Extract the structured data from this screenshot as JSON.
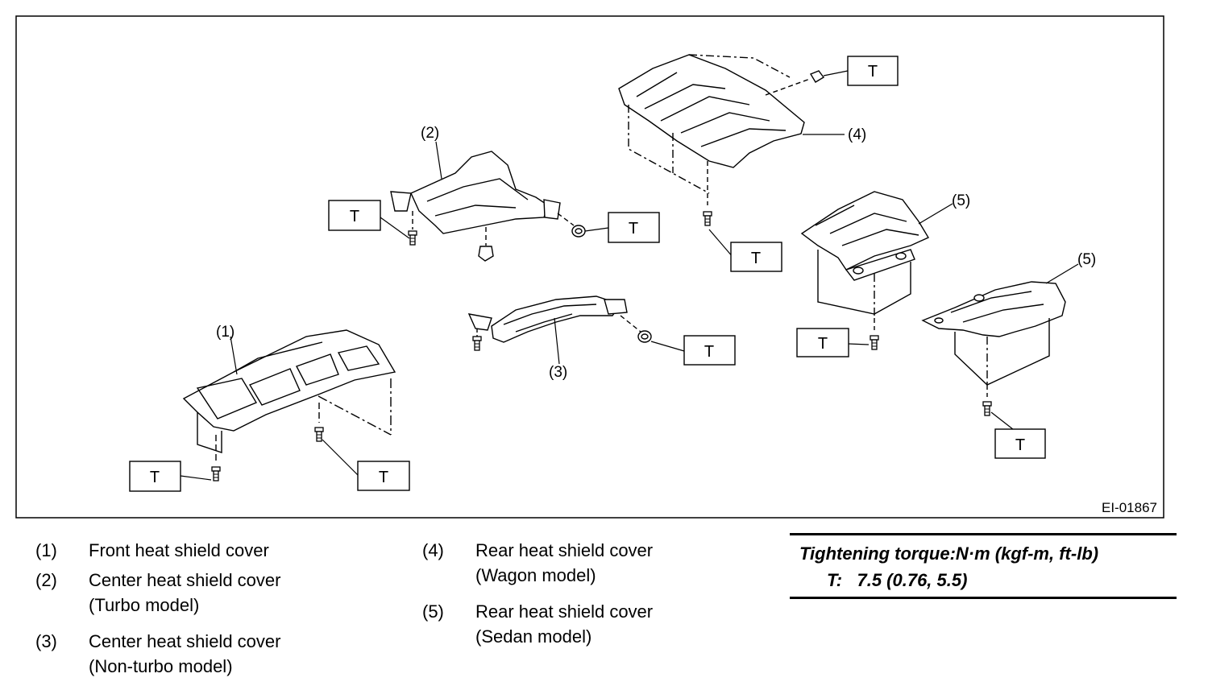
{
  "diagram": {
    "code": "EI-01867",
    "torque_label": "T",
    "parts": [
      {
        "callout": "(1)",
        "name": "Front heat shield cover",
        "variant": ""
      },
      {
        "callout": "(2)",
        "name": "Center heat shield cover",
        "variant": "(Turbo model)"
      },
      {
        "callout": "(3)",
        "name": "Center heat shield cover",
        "variant": "(Non-turbo model)"
      },
      {
        "callout": "(4)",
        "name": "Rear heat shield cover",
        "variant": "(Wagon model)"
      },
      {
        "callout": "(5)",
        "name": "Rear heat shield cover",
        "variant": "(Sedan model)"
      }
    ],
    "callout_5b": "(5)"
  },
  "torque": {
    "heading": "Tightening torque:N·m (kgf-m, ft-lb)",
    "value_line": "T:   7.5 (0.76, 5.5)"
  }
}
